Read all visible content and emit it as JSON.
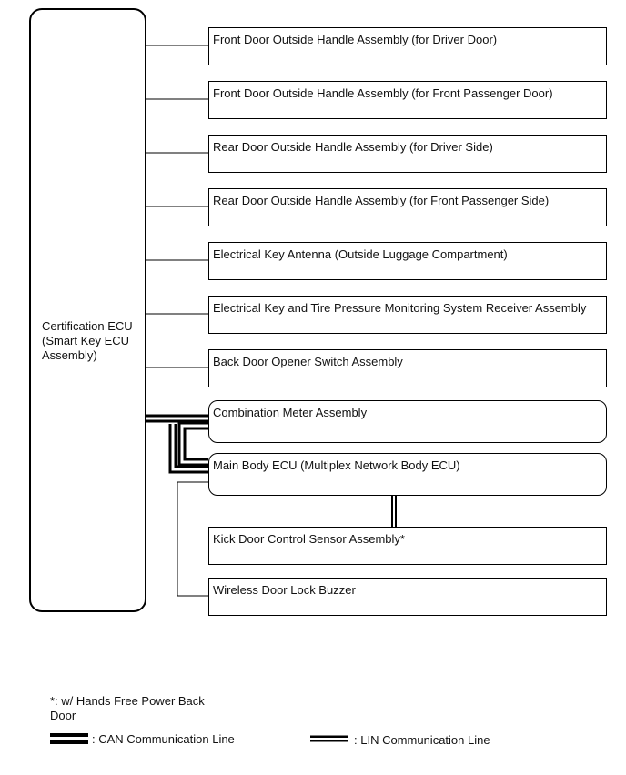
{
  "ecu": {
    "label_lines": [
      "Certification ECU",
      "(Smart Key ECU",
      "Assembly)"
    ]
  },
  "components": {
    "front_door_driver": "Front Door Outside Handle Assembly (for Driver Door)",
    "front_door_passenger": "Front Door Outside Handle Assembly (for Front Passenger Door)",
    "rear_door_driver": "Rear Door Outside Handle Assembly (for Driver Side)",
    "rear_door_passenger": "Rear Door Outside Handle Assembly (for Front Passenger Side)",
    "key_antenna": "Electrical Key Antenna (Outside Luggage Compartment)",
    "tpms_receiver": "Electrical Key and Tire Pressure Monitoring System Receiver Assembly",
    "back_door_switch": "Back Door Opener Switch Assembly",
    "combination_meter": "Combination Meter Assembly",
    "main_body_ecu": "Main Body ECU (Multiplex Network Body ECU)",
    "kick_sensor": "Kick Door Control Sensor Assembly*",
    "buzzer": "Wireless Door Lock Buzzer"
  },
  "footnote_lines": [
    "*: w/ Hands Free Power Back",
    "Door"
  ],
  "legend": {
    "can": ": CAN Communication Line",
    "lin": ": LIN Communication Line"
  }
}
